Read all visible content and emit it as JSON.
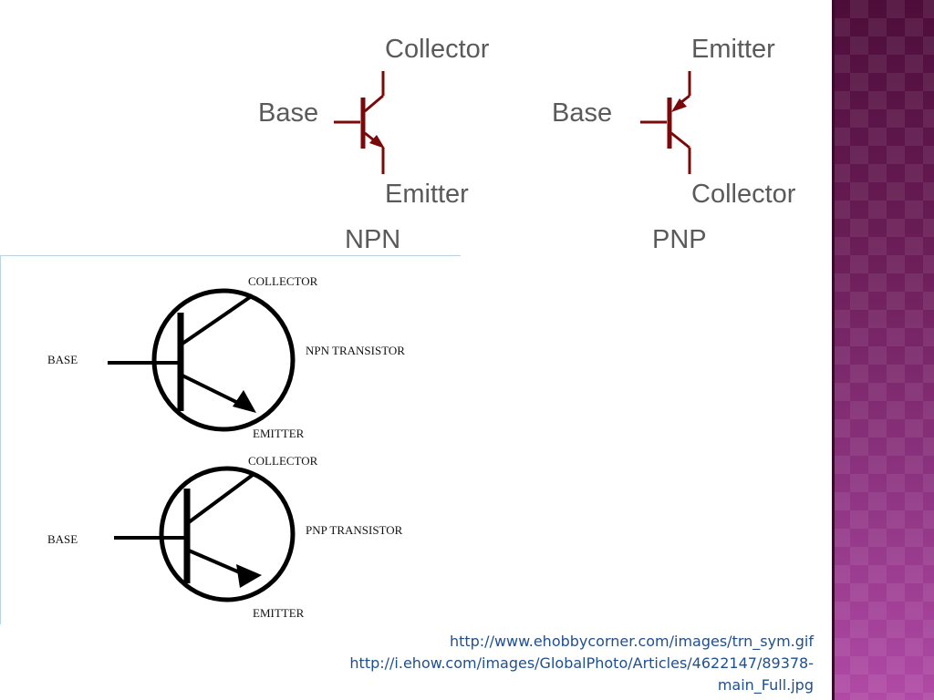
{
  "npn_schematic": {
    "collector": "Collector",
    "base": "Base",
    "emitter": "Emitter",
    "type": "NPN"
  },
  "pnp_schematic": {
    "emitter": "Emitter",
    "base": "Base",
    "collector": "Collector",
    "type": "PNP"
  },
  "npn_circuit": {
    "collector": "COLLECTOR",
    "base": "BASE",
    "name": "NPN TRANSISTOR",
    "emitter": "EMITTER"
  },
  "pnp_circuit": {
    "collector": "COLLECTOR",
    "base": "BASE",
    "name": "PNP TRANSISTOR",
    "emitter": "EMITTER"
  },
  "references": {
    "line1": "http://www.ehobbycorner.com/images/trn_sym.gif",
    "line2": "http://i.ehow.com/images/GlobalPhoto/Articles/4622147/89378-",
    "line3": "main_Full.jpg"
  },
  "colors": {
    "symbol": "#7a0a0a",
    "label": "#5a5a5a",
    "link": "#1f4f8f",
    "sidebar": "#6a1d56"
  }
}
